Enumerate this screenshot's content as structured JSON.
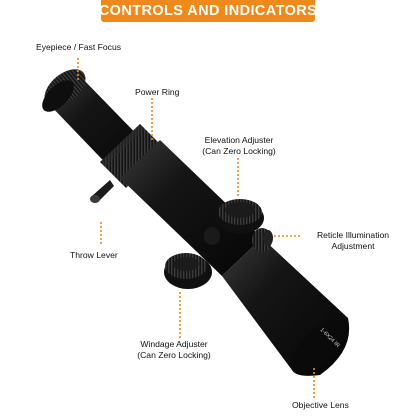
{
  "title": "CONTROLS AND INDICATORS",
  "colors": {
    "accent": "#f0891b",
    "scope_body": "#111111",
    "marking": "#d9d9d9"
  },
  "labels": {
    "eyepiece": "Eyepiece / Fast Focus",
    "power_ring": "Power Ring",
    "elevation_line1": "Elevation Adjuster",
    "elevation_line2": "(Can Zero Locking)",
    "reticle_line1": "Reticle Illumination",
    "reticle_line2": "Adjustment",
    "throw_lever": "Throw Lever",
    "windage_line1": "Windage Adjuster",
    "windage_line2": "(Can Zero Locking)",
    "objective": "Objective Lens"
  },
  "scope_marking": "1-6X24 IR"
}
